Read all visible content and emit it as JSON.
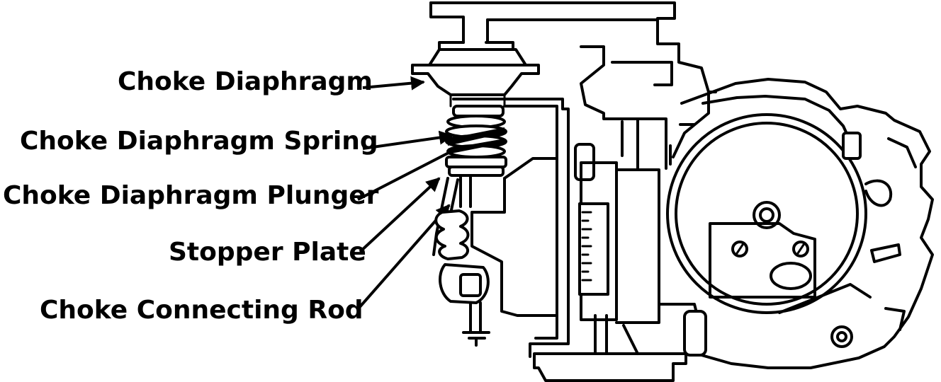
{
  "diagram": {
    "labels": [
      {
        "id": "choke-diaphragm",
        "text": "Choke Diaphragm"
      },
      {
        "id": "choke-diaphragm-spring",
        "text": "Choke Diaphragm Spring"
      },
      {
        "id": "choke-diaphragm-plunger",
        "text": "Choke Diaphragm Plunger"
      },
      {
        "id": "stopper-plate",
        "text": "Stopper Plate"
      },
      {
        "id": "choke-connecting-rod",
        "text": "Choke Connecting Rod"
      }
    ]
  }
}
